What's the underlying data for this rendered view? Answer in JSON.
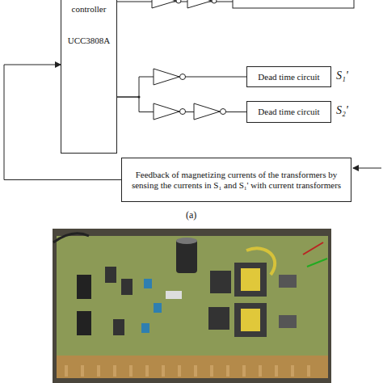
{
  "diagram": {
    "nodes": [
      {
        "text": [
          "controller",
          "UCC3808A"
        ]
      },
      {
        "text": [
          "Dead time circuit"
        ]
      },
      {
        "text": [
          "Dead time circuit"
        ]
      },
      {
        "text": [
          "Feedback of magnetizing currents of the transformers by sensing the currents in S₁ and S₁' with current transformers"
        ]
      }
    ],
    "edges": [
      {
        "from": 0,
        "to": 1,
        "arrow": "none"
      },
      {
        "from": 0,
        "to": 2,
        "arrow": "none"
      },
      {
        "from": 3,
        "to": 0,
        "arrow": "to"
      }
    ],
    "labels": [
      "S₁'",
      "S₂'",
      "(a)"
    ]
  }
}
